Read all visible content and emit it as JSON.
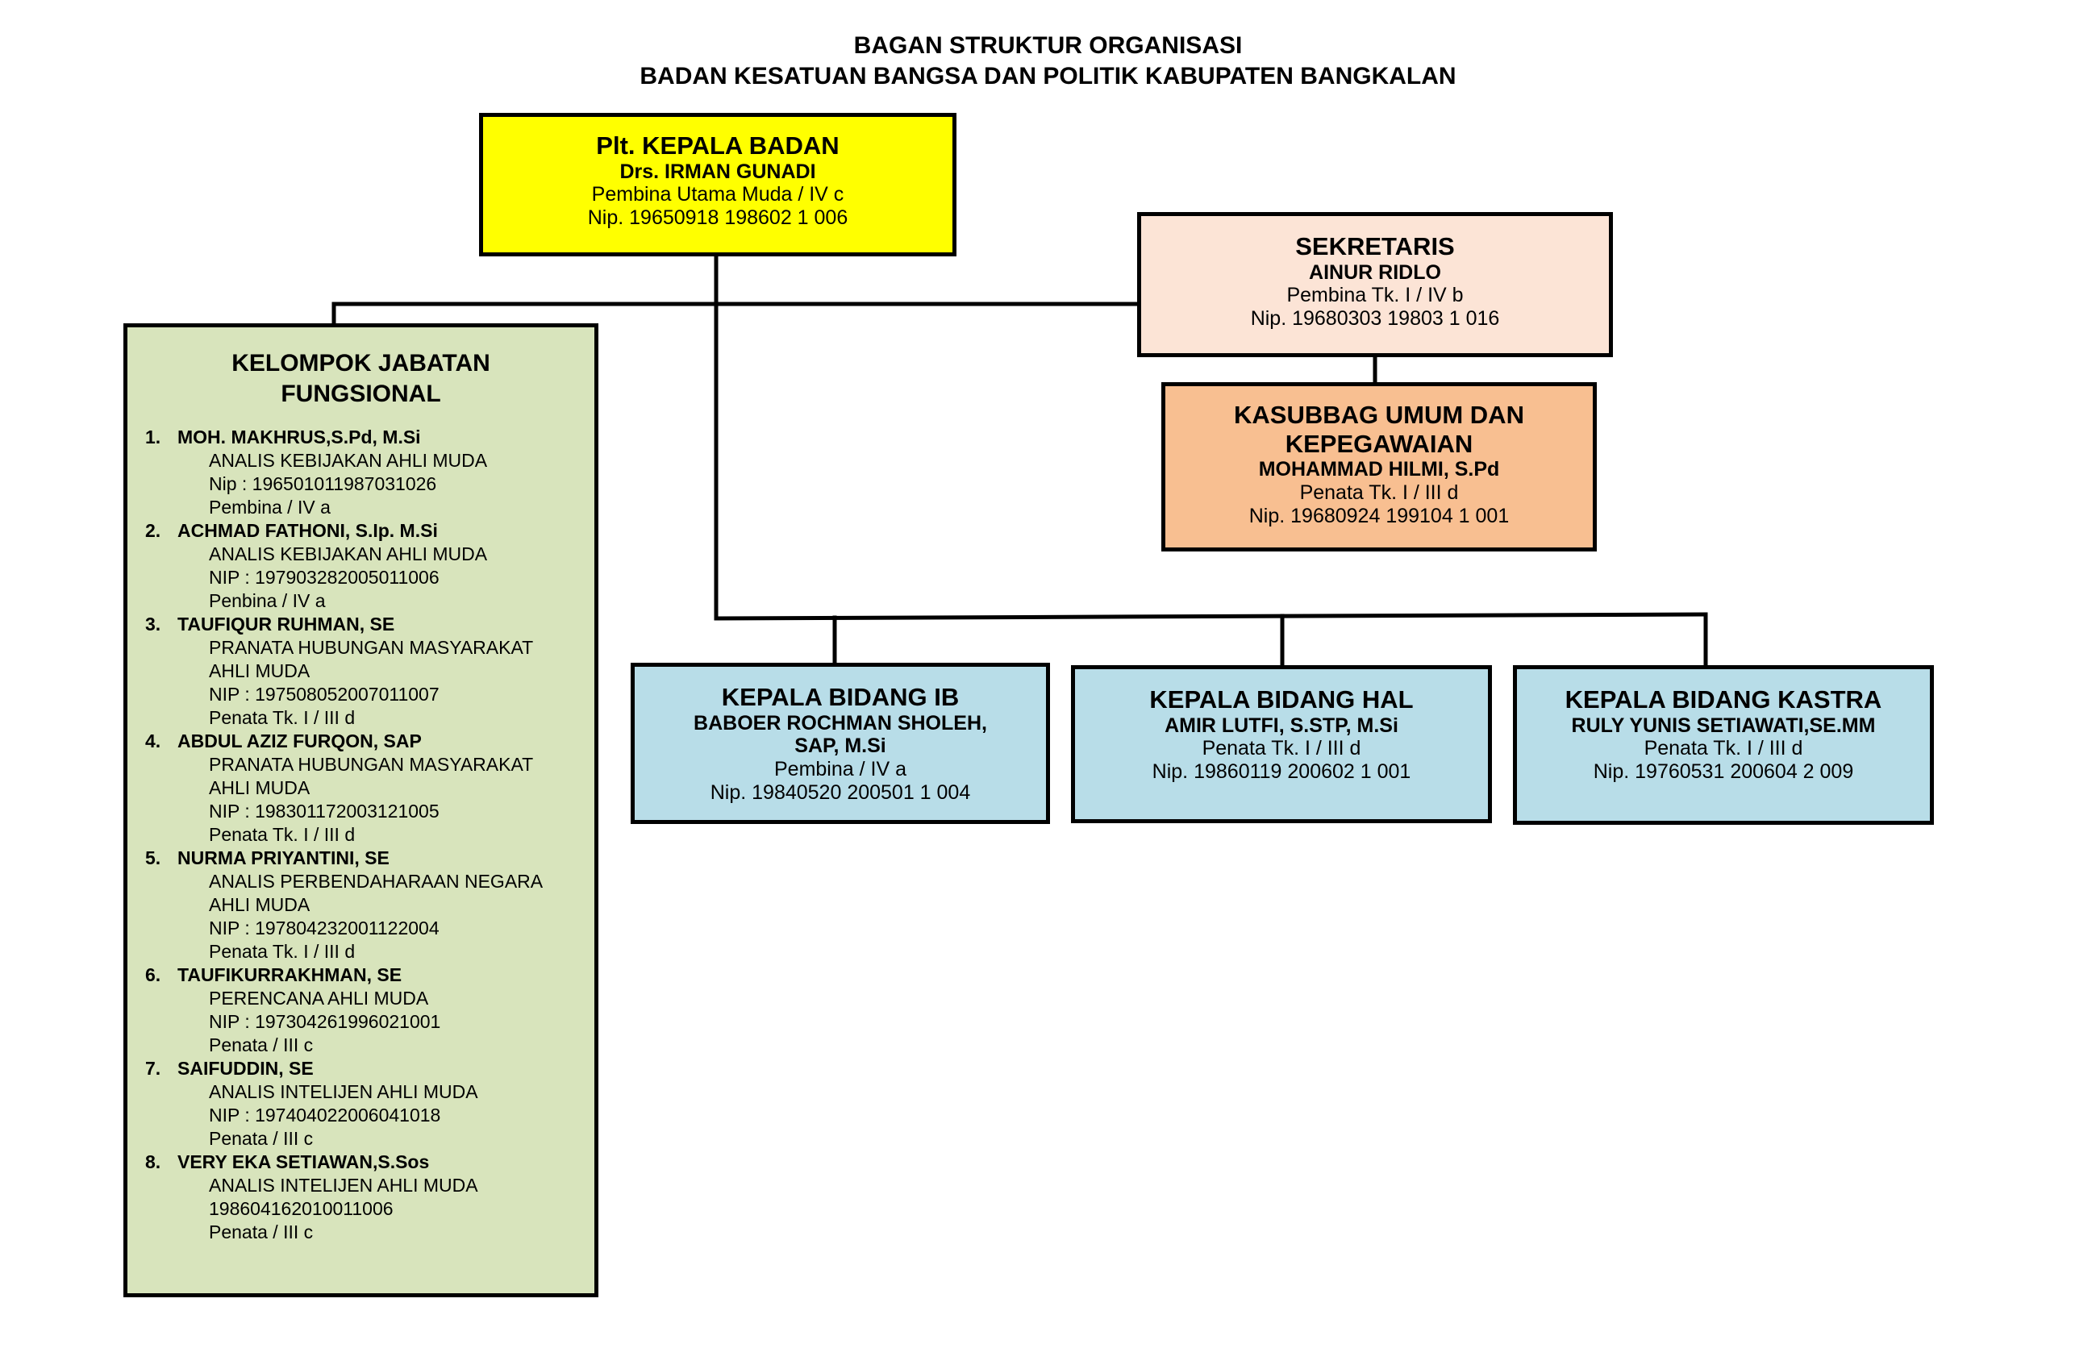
{
  "title": {
    "line1": "BAGAN STRUKTUR ORGANISASI",
    "line2": "BADAN KESATUAN BANGSA DAN POLITIK KABUPATEN BANGKALAN"
  },
  "kepala": {
    "title": "Plt. KEPALA BADAN",
    "name": "Drs. IRMAN GUNADI",
    "rank": "Pembina Utama Muda / IV c",
    "nip": "Nip. 19650918 198602 1 006"
  },
  "sekretaris": {
    "title": "SEKRETARIS",
    "name": "AINUR RIDLO",
    "rank": "Pembina Tk. I / IV b",
    "nip": "Nip. 19680303 19803 1 016"
  },
  "kasubbag": {
    "title1": "KASUBBAG UMUM DAN",
    "title2": "KEPEGAWAIAN",
    "name": "MOHAMMAD HILMI, S.Pd",
    "rank": "Penata Tk. I / III d",
    "nip": "Nip. 19680924 199104 1 001"
  },
  "bidang_ib": {
    "title": "KEPALA BIDANG IB",
    "name1": "BABOER ROCHMAN SHOLEH,",
    "name2": "SAP, M.Si",
    "rank": "Pembina / IV a",
    "nip": "Nip. 19840520 200501 1 004"
  },
  "bidang_hal": {
    "title": "KEPALA BIDANG HAL",
    "name": "AMIR LUTFI, S.STP, M.Si",
    "rank": "Penata Tk. I / III d",
    "nip": "Nip. 19860119 200602 1 001"
  },
  "bidang_kastra": {
    "title": "KEPALA BIDANG KASTRA",
    "name": "RULY YUNIS SETIAWATI,SE.MM",
    "rank": "Penata Tk. I / III d",
    "nip": "Nip. 19760531 200604 2 009"
  },
  "fungsional": {
    "title1": "KELOMPOK JABATAN",
    "title2": "FUNGSIONAL",
    "members": [
      {
        "num": "1.",
        "name": "MOH. MAKHRUS,S.Pd, M.Si",
        "details": [
          "ANALIS KEBIJAKAN AHLI MUDA",
          "Nip : 196501011987031026",
          "Pembina / IV a"
        ]
      },
      {
        "num": "2.",
        "name": "ACHMAD FATHONI, S.Ip. M.Si",
        "details": [
          "ANALIS KEBIJAKAN AHLI MUDA",
          "NIP : 197903282005011006",
          "Penbina / IV a"
        ]
      },
      {
        "num": "3.",
        "name": "TAUFIQUR RUHMAN, SE",
        "details": [
          "PRANATA HUBUNGAN MASYARAKAT",
          "AHLI MUDA",
          "NIP : 197508052007011007",
          "Penata Tk. I / III d"
        ]
      },
      {
        "num": "4.",
        "name": "ABDUL AZIZ FURQON, SAP",
        "details": [
          "PRANATA HUBUNGAN MASYARAKAT",
          "AHLI MUDA",
          "NIP : 198301172003121005",
          "Penata Tk. I / III d"
        ]
      },
      {
        "num": "5.",
        "name": "NURMA PRIYANTINI, SE",
        "details": [
          "ANALIS PERBENDAHARAAN NEGARA",
          "AHLI MUDA",
          "NIP : 197804232001122004",
          "Penata Tk. I / III d"
        ]
      },
      {
        "num": "6.",
        "name": "TAUFIKURRAKHMAN, SE",
        "details": [
          "PERENCANA AHLI MUDA",
          "NIP : 197304261996021001",
          "Penata / III c"
        ]
      },
      {
        "num": "7.",
        "name": "SAIFUDDIN, SE",
        "details": [
          "ANALIS INTELIJEN AHLI MUDA",
          "NIP : 197404022006041018",
          "Penata / III c"
        ]
      },
      {
        "num": "8.",
        "name": "VERY EKA SETIAWAN,S.Sos",
        "details": [
          "ANALIS INTELIJEN AHLI MUDA",
          "198604162010011006",
          "Penata / III c"
        ]
      }
    ]
  }
}
